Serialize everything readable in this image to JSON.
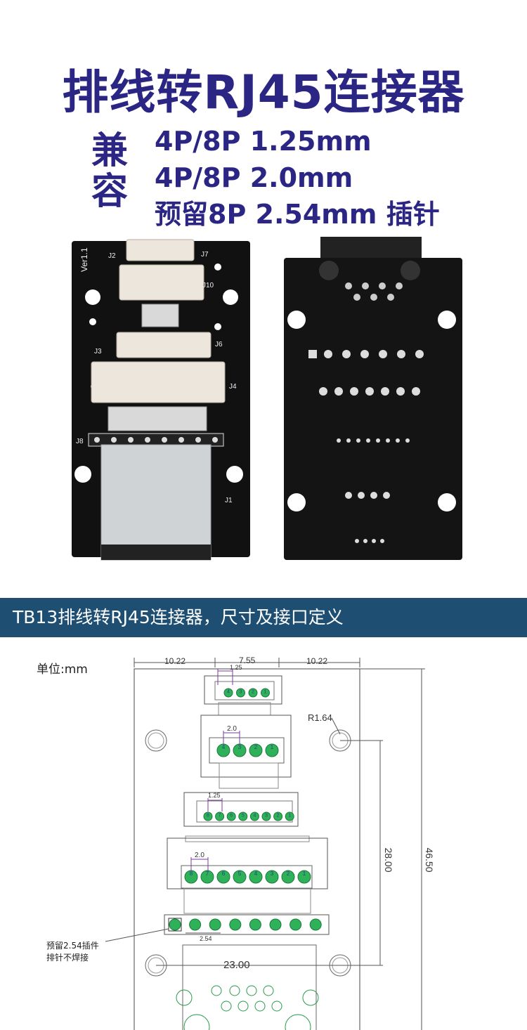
{
  "title": "排线转RJ45连接器",
  "compat": {
    "label": "兼容",
    "lines": [
      "4P/8P 1.25mm",
      "4P/8P 2.0mm",
      "预留8P 2.54mm 插针"
    ]
  },
  "board_front": {
    "silk_version": "Ver1.1",
    "labels": [
      "J2",
      "J7",
      "J10",
      "J3",
      "J6",
      "J4",
      "J8",
      "J1"
    ]
  },
  "banner": {
    "text": "TB13排线转RJ45连接器，尺寸及接口定义"
  },
  "drawing": {
    "unit": "单位:mm",
    "dims": {
      "left_margin": "10.22",
      "center_width": "7.55",
      "right_margin": "10.22",
      "pitch_small": "1.25",
      "radius": "R1.64",
      "pitch_large": "2.0",
      "pitch_small_8p": "1.25",
      "pitch_large_8p": "2.0",
      "pitch_header": "2.54",
      "hole_spacing_v": "28.00",
      "total_height": "46.50",
      "hole_spacing_h": "23.00"
    },
    "pins_4p": [
      "4",
      "3",
      "2",
      "1"
    ],
    "pins_8p": [
      "8",
      "7",
      "6",
      "5",
      "4",
      "3",
      "2",
      "1"
    ],
    "note_line1": "预留2.54插件",
    "note_line2": "排针不焊接"
  },
  "colors": {
    "title": "#2b2584",
    "banner_bg": "#1e4f73",
    "pcb": "#121212",
    "pad_green": "#2fb15a"
  }
}
